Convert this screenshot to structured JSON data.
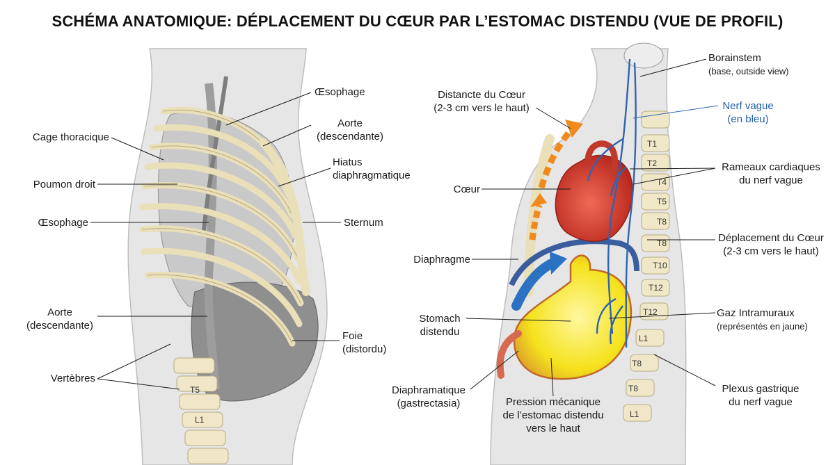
{
  "title": "SCHÉMA ANATOMIQUE: DÉPLACEMENT DU CŒUR PAR L’ESTOMAC DISTENDU (VUE DE PROFIL)",
  "left_panel": {
    "labels": {
      "oesophage_top": "Œsophage",
      "aorte_top_1": "Aorte",
      "aorte_top_2": "(descendante)",
      "cage": "Cage thoracique",
      "hiatus_1": "Hiatus",
      "hiatus_2": "diaphragmatique",
      "poumon": "Poumon droit",
      "oesophage_mid": "Œsophage",
      "sternum": "Sternum",
      "aorte_low_1": "Aorte",
      "aorte_low_2": "(descendante)",
      "foie_1": "Foie",
      "foie_2": "(distordu)",
      "vertebres": "Vertèbres"
    },
    "vertebra_labels": [
      "T5",
      "L1"
    ]
  },
  "right_panel": {
    "labels": {
      "brainstem_1": "Borainstem",
      "brainstem_2": "(base, outside view)",
      "distance_1": "Distancte du Cœur",
      "distance_2": "(2-3 cm vers le haut)",
      "nerf_1": "Nerf vague",
      "nerf_2": "(en bleu)",
      "rameaux_1": "Rameaux cardiaques",
      "rameaux_2": "du nerf vague",
      "coeur": "Cœur",
      "deplacement_1": "Déplacement du Cœur",
      "deplacement_2": "(2-3 cm vers le haut)",
      "diaphragme": "Diaphragme",
      "stomach_1": "Stomach",
      "stomach_2": "distendu",
      "gaz_1": "Gaz Intramuraux",
      "gaz_2": "(représentés en jaune)",
      "diaphram_1": "Diaphramatique",
      "diaphram_2": "(gastrectasia)",
      "pression_1": "Pression mécanique",
      "pression_2": "de l’estomac distendu",
      "pression_3": "vers le haut",
      "plexus_1": "Plexus gastrique",
      "plexus_2": "du nerf vague"
    },
    "vertebra_labels": [
      "T1",
      "T2",
      "T4",
      "T5",
      "T8",
      "T8",
      "T10",
      "T12",
      "T12",
      "L1",
      "T8",
      "T8",
      "L1"
    ]
  },
  "colors": {
    "body_fill": "#e6e6e6",
    "bone": "#efe7c8",
    "heart": "#d93a2b",
    "stomach": "#f5e21c",
    "nerve": "#2f64b0",
    "arrow_orange": "#f08a1c",
    "arrow_blue": "#2c72c2"
  }
}
